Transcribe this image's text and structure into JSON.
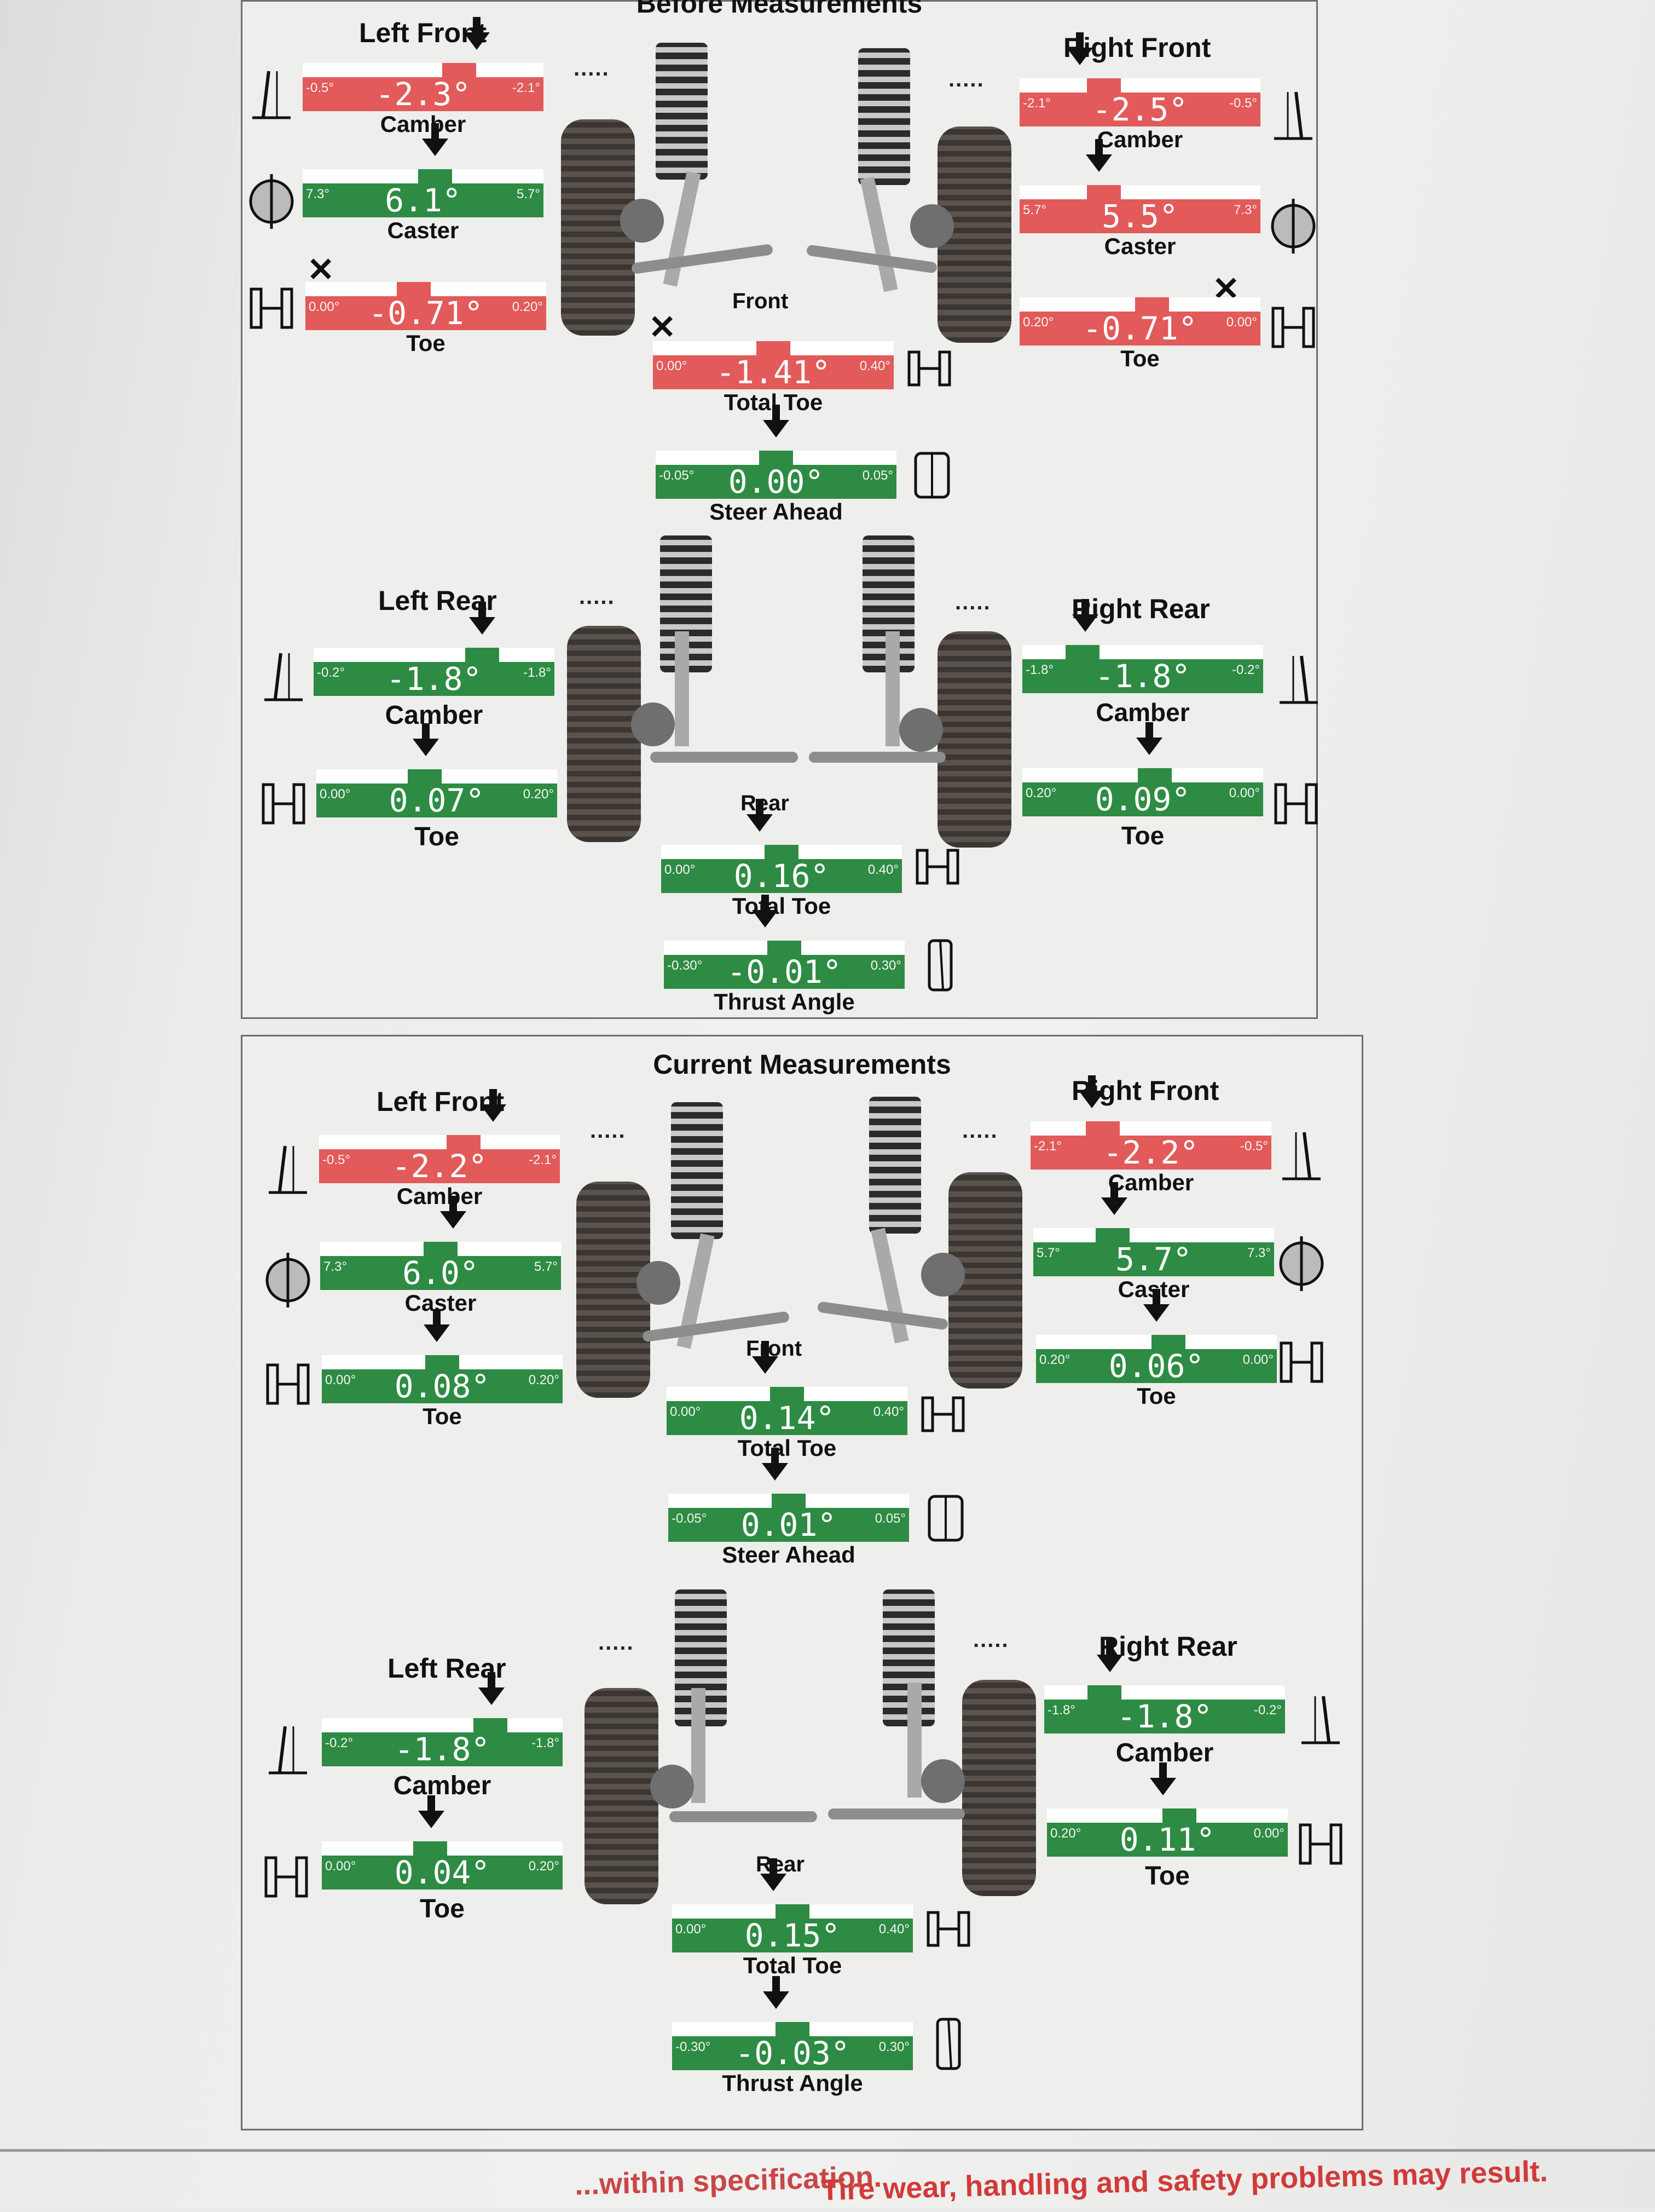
{
  "before": {
    "title": "Before Measurements",
    "front_label": "Front",
    "rear_label": "Rear",
    "left_front": {
      "title": "Left Front",
      "camber": {
        "label": "Camber",
        "value": "-2.3°",
        "min": "-0.5°",
        "max": "-2.1°",
        "status": "red",
        "pos": 0.95
      },
      "caster": {
        "label": "Caster",
        "value": "6.1°",
        "min": "7.3°",
        "max": "5.7°",
        "status": "green",
        "pos": 0.6
      },
      "toe": {
        "label": "Toe",
        "value": "-0.71°",
        "min": "0.00°",
        "max": "0.20°",
        "status": "red",
        "pos": 0.45,
        "flag": "✕"
      }
    },
    "right_front": {
      "title": "Right Front",
      "camber": {
        "label": "Camber",
        "value": "-2.5°",
        "min": "-2.1°",
        "max": "-0.5°",
        "status": "red",
        "pos": 0.2
      },
      "caster": {
        "label": "Caster",
        "value": "5.5°",
        "min": "5.7°",
        "max": "7.3°",
        "status": "red",
        "pos": 0.4
      },
      "toe": {
        "label": "Toe",
        "value": "-0.71°",
        "min": "0.20°",
        "max": "0.00°",
        "status": "red",
        "pos": 0.55,
        "flag": "✕"
      }
    },
    "total_toe_front": {
      "label": "Total Toe",
      "value": "-1.41°",
      "min": "0.00°",
      "max": "0.40°",
      "status": "red",
      "pos": 0.5,
      "flag": "✕"
    },
    "steer_ahead": {
      "label": "Steer Ahead",
      "value": "0.00°",
      "min": "-0.05°",
      "max": "0.05°",
      "status": "green",
      "pos": 0.5
    },
    "left_rear": {
      "title": "Left Rear",
      "camber": {
        "label": "Camber",
        "value": "-1.8°",
        "min": "-0.2°",
        "max": "-1.8°",
        "status": "green",
        "pos": 0.75
      },
      "toe": {
        "label": "Toe",
        "value": "0.07°",
        "min": "0.00°",
        "max": "0.20°",
        "status": "green",
        "pos": 0.5
      }
    },
    "right_rear": {
      "title": "Right Rear",
      "camber": {
        "label": "Camber",
        "value": "-1.8°",
        "min": "-1.8°",
        "max": "-0.2°",
        "status": "green",
        "pos": 0.3
      },
      "toe": {
        "label": "Toe",
        "value": "0.09°",
        "min": "0.20°",
        "max": "0.00°",
        "status": "green",
        "pos": 0.5
      }
    },
    "total_toe_rear": {
      "label": "Total Toe",
      "value": "0.16°",
      "min": "0.00°",
      "max": "0.40°",
      "status": "green",
      "pos": 0.5
    },
    "thrust_angle": {
      "label": "Thrust Angle",
      "value": "-0.01°",
      "min": "-0.30°",
      "max": "0.30°",
      "status": "green",
      "pos": 0.5
    }
  },
  "current": {
    "title": "Current Measurements",
    "front_label": "Front",
    "rear_label": "Rear",
    "left_front": {
      "title": "Left Front",
      "camber": {
        "label": "Camber",
        "value": "-2.2°",
        "min": "-0.5°",
        "max": "-2.1°",
        "status": "red",
        "pos": 0.95
      },
      "caster": {
        "label": "Caster",
        "value": "6.0°",
        "min": "7.3°",
        "max": "5.7°",
        "status": "green",
        "pos": 0.55
      },
      "toe": {
        "label": "Toe",
        "value": "0.08°",
        "min": "0.00°",
        "max": "0.20°",
        "status": "green",
        "pos": 0.5
      }
    },
    "right_front": {
      "title": "Right Front",
      "camber": {
        "label": "Camber",
        "value": "-2.2°",
        "min": "-2.1°",
        "max": "-0.5°",
        "status": "red",
        "pos": 0.2
      },
      "caster": {
        "label": "Caster",
        "value": "5.7°",
        "min": "5.7°",
        "max": "7.3°",
        "status": "green",
        "pos": 0.4
      },
      "toe": {
        "label": "Toe",
        "value": "0.06°",
        "min": "0.20°",
        "max": "0.00°",
        "status": "green",
        "pos": 0.55
      }
    },
    "total_toe_front": {
      "label": "Total Toe",
      "value": "0.14°",
      "min": "0.00°",
      "max": "0.40°",
      "status": "green",
      "pos": 0.5
    },
    "steer_ahead": {
      "label": "Steer Ahead",
      "value": "0.01°",
      "min": "-0.05°",
      "max": "0.05°",
      "status": "green",
      "pos": 0.5
    },
    "left_rear": {
      "title": "Left Rear",
      "camber": {
        "label": "Camber",
        "value": "-1.8°",
        "min": "-0.2°",
        "max": "-1.8°",
        "status": "green",
        "pos": 0.7
      },
      "toe": {
        "label": "Toe",
        "value": "0.04°",
        "min": "0.00°",
        "max": "0.20°",
        "status": "green",
        "pos": 0.5
      }
    },
    "right_rear": {
      "title": "Right Rear",
      "camber": {
        "label": "Camber",
        "value": "-1.8°",
        "min": "-1.8°",
        "max": "-0.2°",
        "status": "green",
        "pos": 0.3
      },
      "toe": {
        "label": "Toe",
        "value": "0.11°",
        "min": "0.20°",
        "max": "0.00°",
        "status": "green",
        "pos": 0.5
      }
    },
    "total_toe_rear": {
      "label": "Total Toe",
      "value": "0.15°",
      "min": "0.00°",
      "max": "0.40°",
      "status": "green",
      "pos": 0.5
    },
    "thrust_angle": {
      "label": "Thrust Angle",
      "value": "-0.03°",
      "min": "-0.30°",
      "max": "0.30°",
      "status": "green",
      "pos": 0.5
    }
  },
  "dots": ".....",
  "footer": {
    "partial_text": "...within specification.",
    "warning": "Tire wear, handling and safety problems may result."
  },
  "colors": {
    "in_spec": "#2e8b43",
    "out_of_spec": "#e25a5a"
  }
}
